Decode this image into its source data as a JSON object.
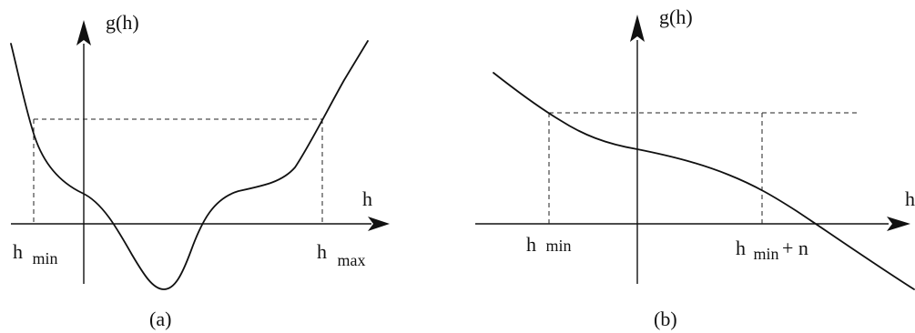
{
  "panel_a": {
    "ylabel_text": "g(h)",
    "xlabel_text": "h",
    "hmin_main": "h",
    "hmin_sub": "min",
    "hmax_main": "h",
    "hmax_sub": "max",
    "caption": "(a)"
  },
  "panel_b": {
    "ylabel_text": "g(h)",
    "xlabel_text": "h",
    "hmin_main": "h",
    "hmin_sub": "min",
    "hmin_n_main": "h",
    "hmin_n_sub": "min",
    "hmin_n_suffix": "+ n",
    "caption": "(b)"
  },
  "colors": {
    "ink": "#111111",
    "background": "#ffffff"
  }
}
